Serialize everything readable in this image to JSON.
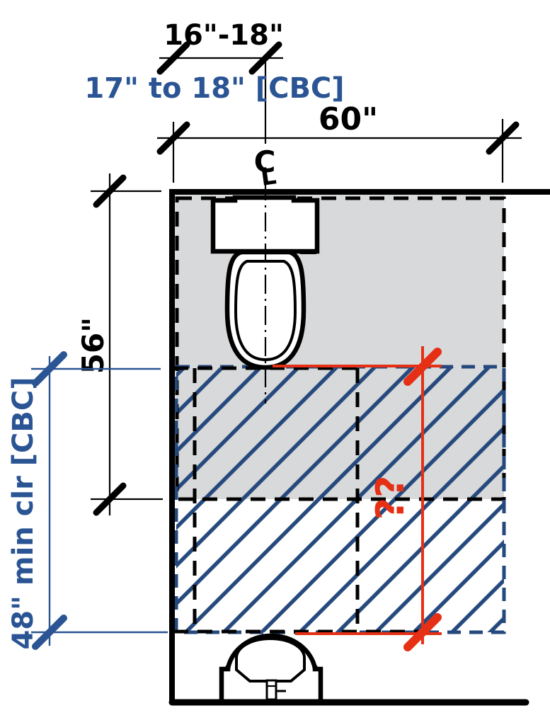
{
  "diagram": {
    "labels": {
      "toilet_centerline_range": "16\"-18\"",
      "toilet_centerline_cbc": "17\" to 18\" [CBC]",
      "clearance_width": "60\"",
      "clearance_depth": "56\"",
      "min_clear_cbc": "48\" min clr [CBC]",
      "questioned_dimension": "??",
      "centerline_symbol_c": "C",
      "centerline_symbol_l": "L"
    },
    "colors": {
      "accent_blue": "#2a5493",
      "hatch_blue": "#26497d",
      "alert_red": "#e53015",
      "fill_gray": "#d8d9da"
    }
  }
}
